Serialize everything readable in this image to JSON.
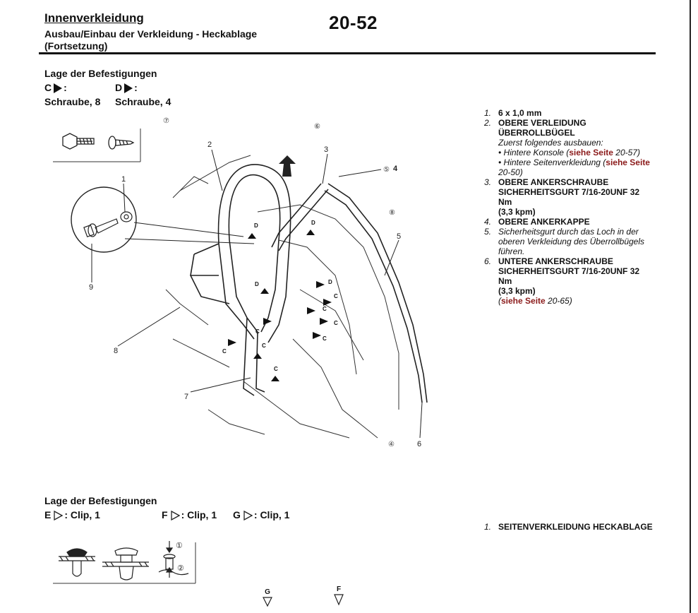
{
  "header": {
    "section": "Innenverkleidung",
    "subtitle_line1": "Ausbau/Einbau der Verkleidung - Heckablage",
    "subtitle_line2": "(Fortsetzung)",
    "page_number": "20-52"
  },
  "fasteners_top": {
    "title": "Lage der Befestigungen",
    "c_label": "C",
    "d_label": "D",
    "colon": ":",
    "c_desc": "Schraube, 8",
    "d_desc": "Schraube, 4"
  },
  "diagram_top": {
    "circled": [
      "⑦",
      "⑥",
      "⑤",
      "⑧",
      "④"
    ],
    "callouts": [
      "1",
      "2",
      "3",
      "4",
      "5",
      "6",
      "7",
      "8",
      "9"
    ],
    "letters": {
      "c": "C",
      "d": "D"
    }
  },
  "notes_top": [
    {
      "num": "1.",
      "text": "6 x 1,0 mm"
    },
    {
      "num": "2.",
      "text": "OBERE VERLEIDUNG ÜBERROLLBÜGEL",
      "sub": "Zuerst folgendes ausbauen:",
      "bullets": [
        {
          "pre": "• Hintere Konsole (",
          "link": "siehe Seite",
          "post": " 20-57)"
        },
        {
          "pre": "• Hintere Seitenverkleidung (",
          "link": "siehe Seite",
          "post": " 20-50)"
        }
      ]
    },
    {
      "num": "3.",
      "text": "OBERE ANKERSCHRAUBE SICHERHEITSGURT 7/16-20UNF 32 Nm",
      "extra": "(3,3 kpm)"
    },
    {
      "num": "4.",
      "text": "OBERE ANKERKAPPE"
    },
    {
      "num": "5.",
      "text": "Sicherheitsgurt durch das Loch in der oberen Verkleidung des Überrollbügels führen.",
      "italic": true
    },
    {
      "num": "6.",
      "text": "UNTERE ANKERSCHRAUBE SICHERHEITSGURT 7/16-20UNF 32 Nm",
      "extra": "(3,3 kpm)",
      "ref": {
        "pre": "(",
        "link": "siehe Seite",
        "post": " 20-65)"
      }
    }
  ],
  "fasteners_bottom": {
    "title": "Lage der Befestigungen",
    "e_label": "E",
    "e_desc": ": Clip, 1",
    "f_label": "F",
    "f_desc": ": Clip, 1",
    "g_label": "G",
    "g_desc": ": Clip, 1",
    "steps": [
      "①",
      "②"
    ]
  },
  "notes_bottom": [
    {
      "num": "1.",
      "text": "SEITENVERKLEIDUNG HECKABLAGE"
    }
  ],
  "bottom_markers": [
    "G",
    "F"
  ]
}
